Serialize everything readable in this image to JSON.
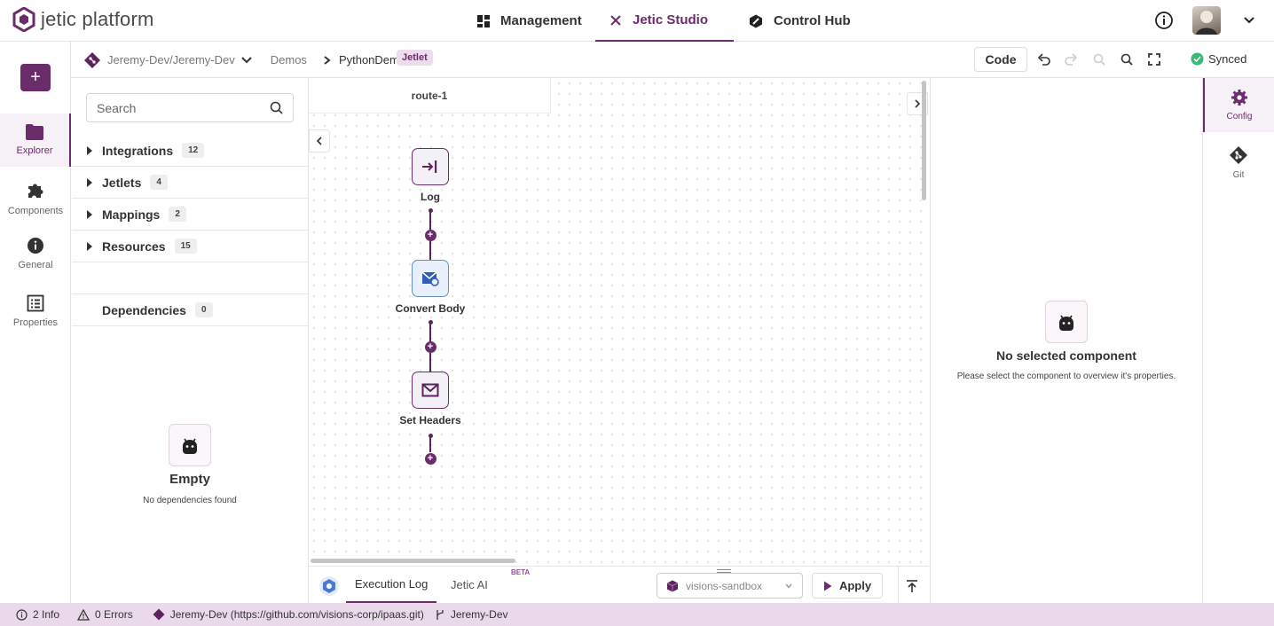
{
  "brand": {
    "name_bold": "jetic",
    "name_light": " platform"
  },
  "nav": {
    "tabs": [
      {
        "label": "Management"
      },
      {
        "label": "Jetic Studio"
      },
      {
        "label": "Control Hub"
      }
    ]
  },
  "breadcrumb": {
    "repo": "Jeremy-Dev/Jeremy-Dev",
    "folder": "Demos",
    "item": "PythonDemo",
    "badge": "Jetlet"
  },
  "toolbar": {
    "code_label": "Code",
    "sync_status": "Synced"
  },
  "rail": {
    "add_label": "+",
    "items": [
      {
        "label": "Explorer"
      },
      {
        "label": "Components"
      },
      {
        "label": "General"
      },
      {
        "label": "Properties"
      }
    ]
  },
  "explorer": {
    "search_placeholder": "Search",
    "sections": [
      {
        "label": "Integrations",
        "count": "12"
      },
      {
        "label": "Jetlets",
        "count": "4"
      },
      {
        "label": "Mappings",
        "count": "2"
      },
      {
        "label": "Resources",
        "count": "15"
      }
    ],
    "dependencies": {
      "label": "Dependencies",
      "count": "0"
    },
    "empty": {
      "title": "Empty",
      "subtitle": "No dependencies found"
    }
  },
  "canvas": {
    "route_name": "route-1",
    "nodes": [
      {
        "label": "Log"
      },
      {
        "label": "Convert Body"
      },
      {
        "label": "Set Headers"
      }
    ]
  },
  "bottom": {
    "tabs": [
      {
        "label": "Execution Log"
      },
      {
        "label": "Jetic AI"
      }
    ],
    "beta_label": "BETA",
    "environment": "visions-sandbox",
    "apply_label": "Apply"
  },
  "details": {
    "title": "No selected component",
    "subtitle": "Please select the component to overview it's properties."
  },
  "right_rail": {
    "items": [
      {
        "label": "Config"
      },
      {
        "label": "Git"
      }
    ]
  },
  "status": {
    "info": "2 Info",
    "errors": "0 Errors",
    "repo": "Jeremy-Dev (https://github.com/visions-corp/ipaas.git)",
    "branch": "Jeremy-Dev"
  },
  "colors": {
    "accent": "#6b2c6b",
    "status_bar": "#ead9ea",
    "synced": "#3cb878"
  }
}
